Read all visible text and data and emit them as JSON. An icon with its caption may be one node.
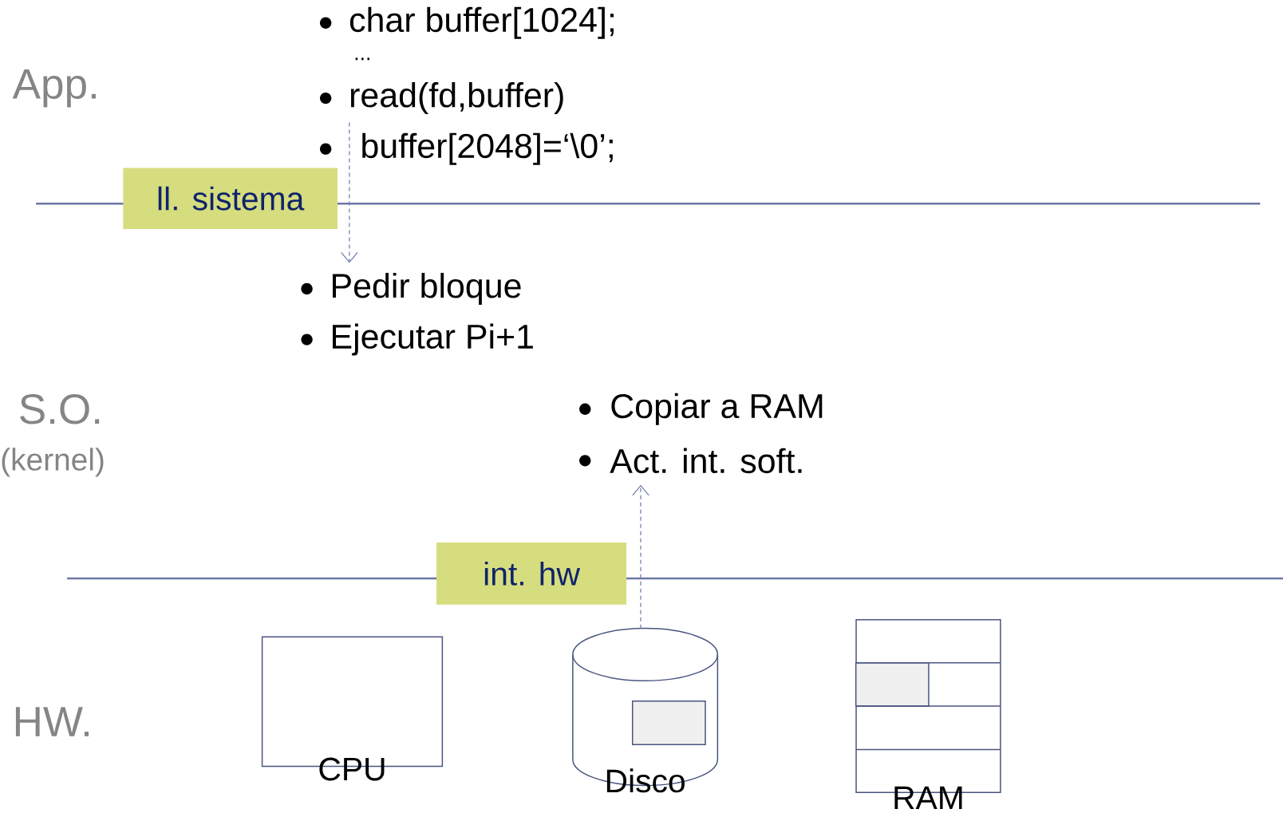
{
  "diagram": {
    "nodes": [
      {
        "text": [
          "read(fd,buffer)"
        ]
      },
      {
        "text": [
          "ll. sistema"
        ]
      },
      {
        "text": [
          "Pedir bloque"
        ]
      },
      {
        "text": [
          "Act. int. soft."
        ]
      },
      {
        "text": [
          "int. hw"
        ]
      },
      {
        "text": [
          "CPU"
        ]
      },
      {
        "text": [
          "Disco"
        ]
      },
      {
        "text": [
          "RAM"
        ]
      }
    ],
    "edges": [
      {
        "from": 0,
        "to": 2,
        "arrow": "to",
        "style": "dashed"
      },
      {
        "from": 6,
        "to": 3,
        "arrow": "to",
        "style": "dashed"
      }
    ],
    "labels": [
      "App.",
      "char buffer[1024];",
      "...",
      "buffer[2048]=‘\\0’;",
      "S.O.",
      "(kernel)",
      "Ejecutar Pi+1",
      "Copiar a RAM",
      "HW."
    ]
  }
}
